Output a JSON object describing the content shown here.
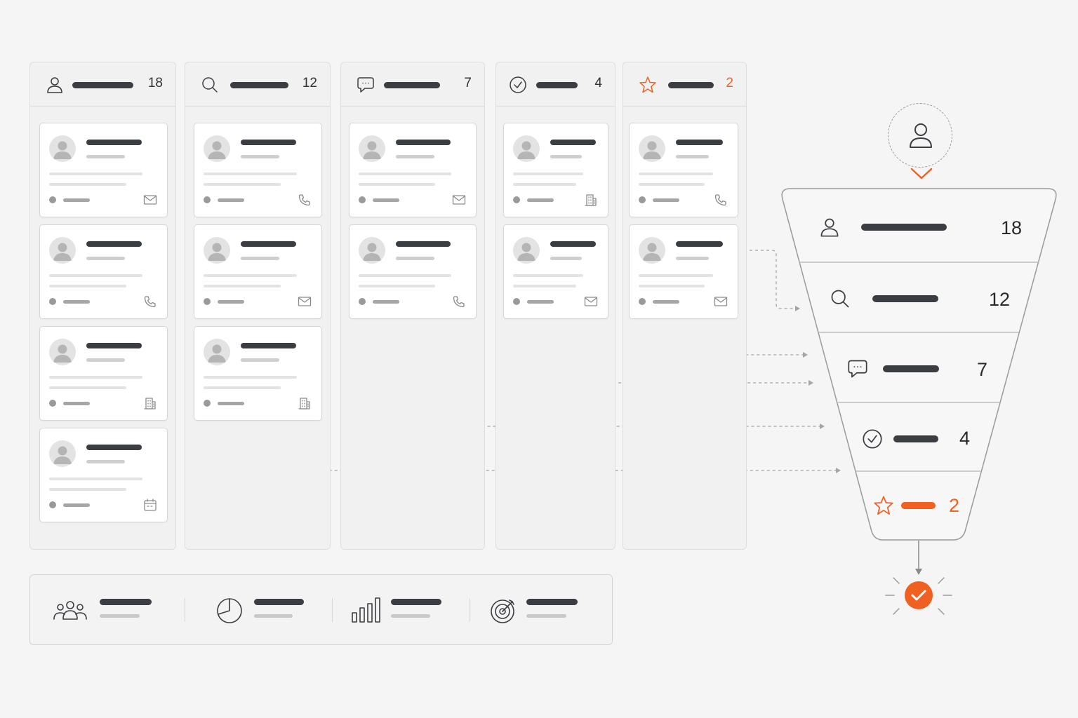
{
  "colors": {
    "accent": "#f06021",
    "ink": "#3a3d42",
    "line": "#9a9a9a"
  },
  "columns": [
    {
      "id": "leads",
      "icon": "user-icon",
      "count": "18",
      "cards": [
        "mail-icon",
        "phone-icon",
        "building-icon",
        "calendar-icon"
      ]
    },
    {
      "id": "qualified",
      "icon": "search-icon",
      "count": "12",
      "cards": [
        "phone-icon",
        "mail-icon",
        "building-icon"
      ]
    },
    {
      "id": "contacted",
      "icon": "chat-icon",
      "count": "7",
      "cards": [
        "mail-icon",
        "phone-icon"
      ]
    },
    {
      "id": "approved",
      "icon": "check-circle-icon",
      "count": "4",
      "cards": [
        "building-icon",
        "mail-icon"
      ]
    },
    {
      "id": "won",
      "icon": "star-icon",
      "count": "2",
      "accent": true,
      "cards": [
        "phone-icon",
        "mail-icon"
      ]
    }
  ],
  "funnel": [
    {
      "icon": "user-icon",
      "value": "18"
    },
    {
      "icon": "search-icon",
      "value": "12"
    },
    {
      "icon": "chat-icon",
      "value": "7"
    },
    {
      "icon": "check-circle-icon",
      "value": "4"
    },
    {
      "icon": "star-icon",
      "value": "2",
      "accent": true
    }
  ],
  "stats": [
    {
      "icon": "team-icon"
    },
    {
      "icon": "pie-chart-icon"
    },
    {
      "icon": "bar-chart-icon"
    },
    {
      "icon": "target-icon"
    }
  ]
}
